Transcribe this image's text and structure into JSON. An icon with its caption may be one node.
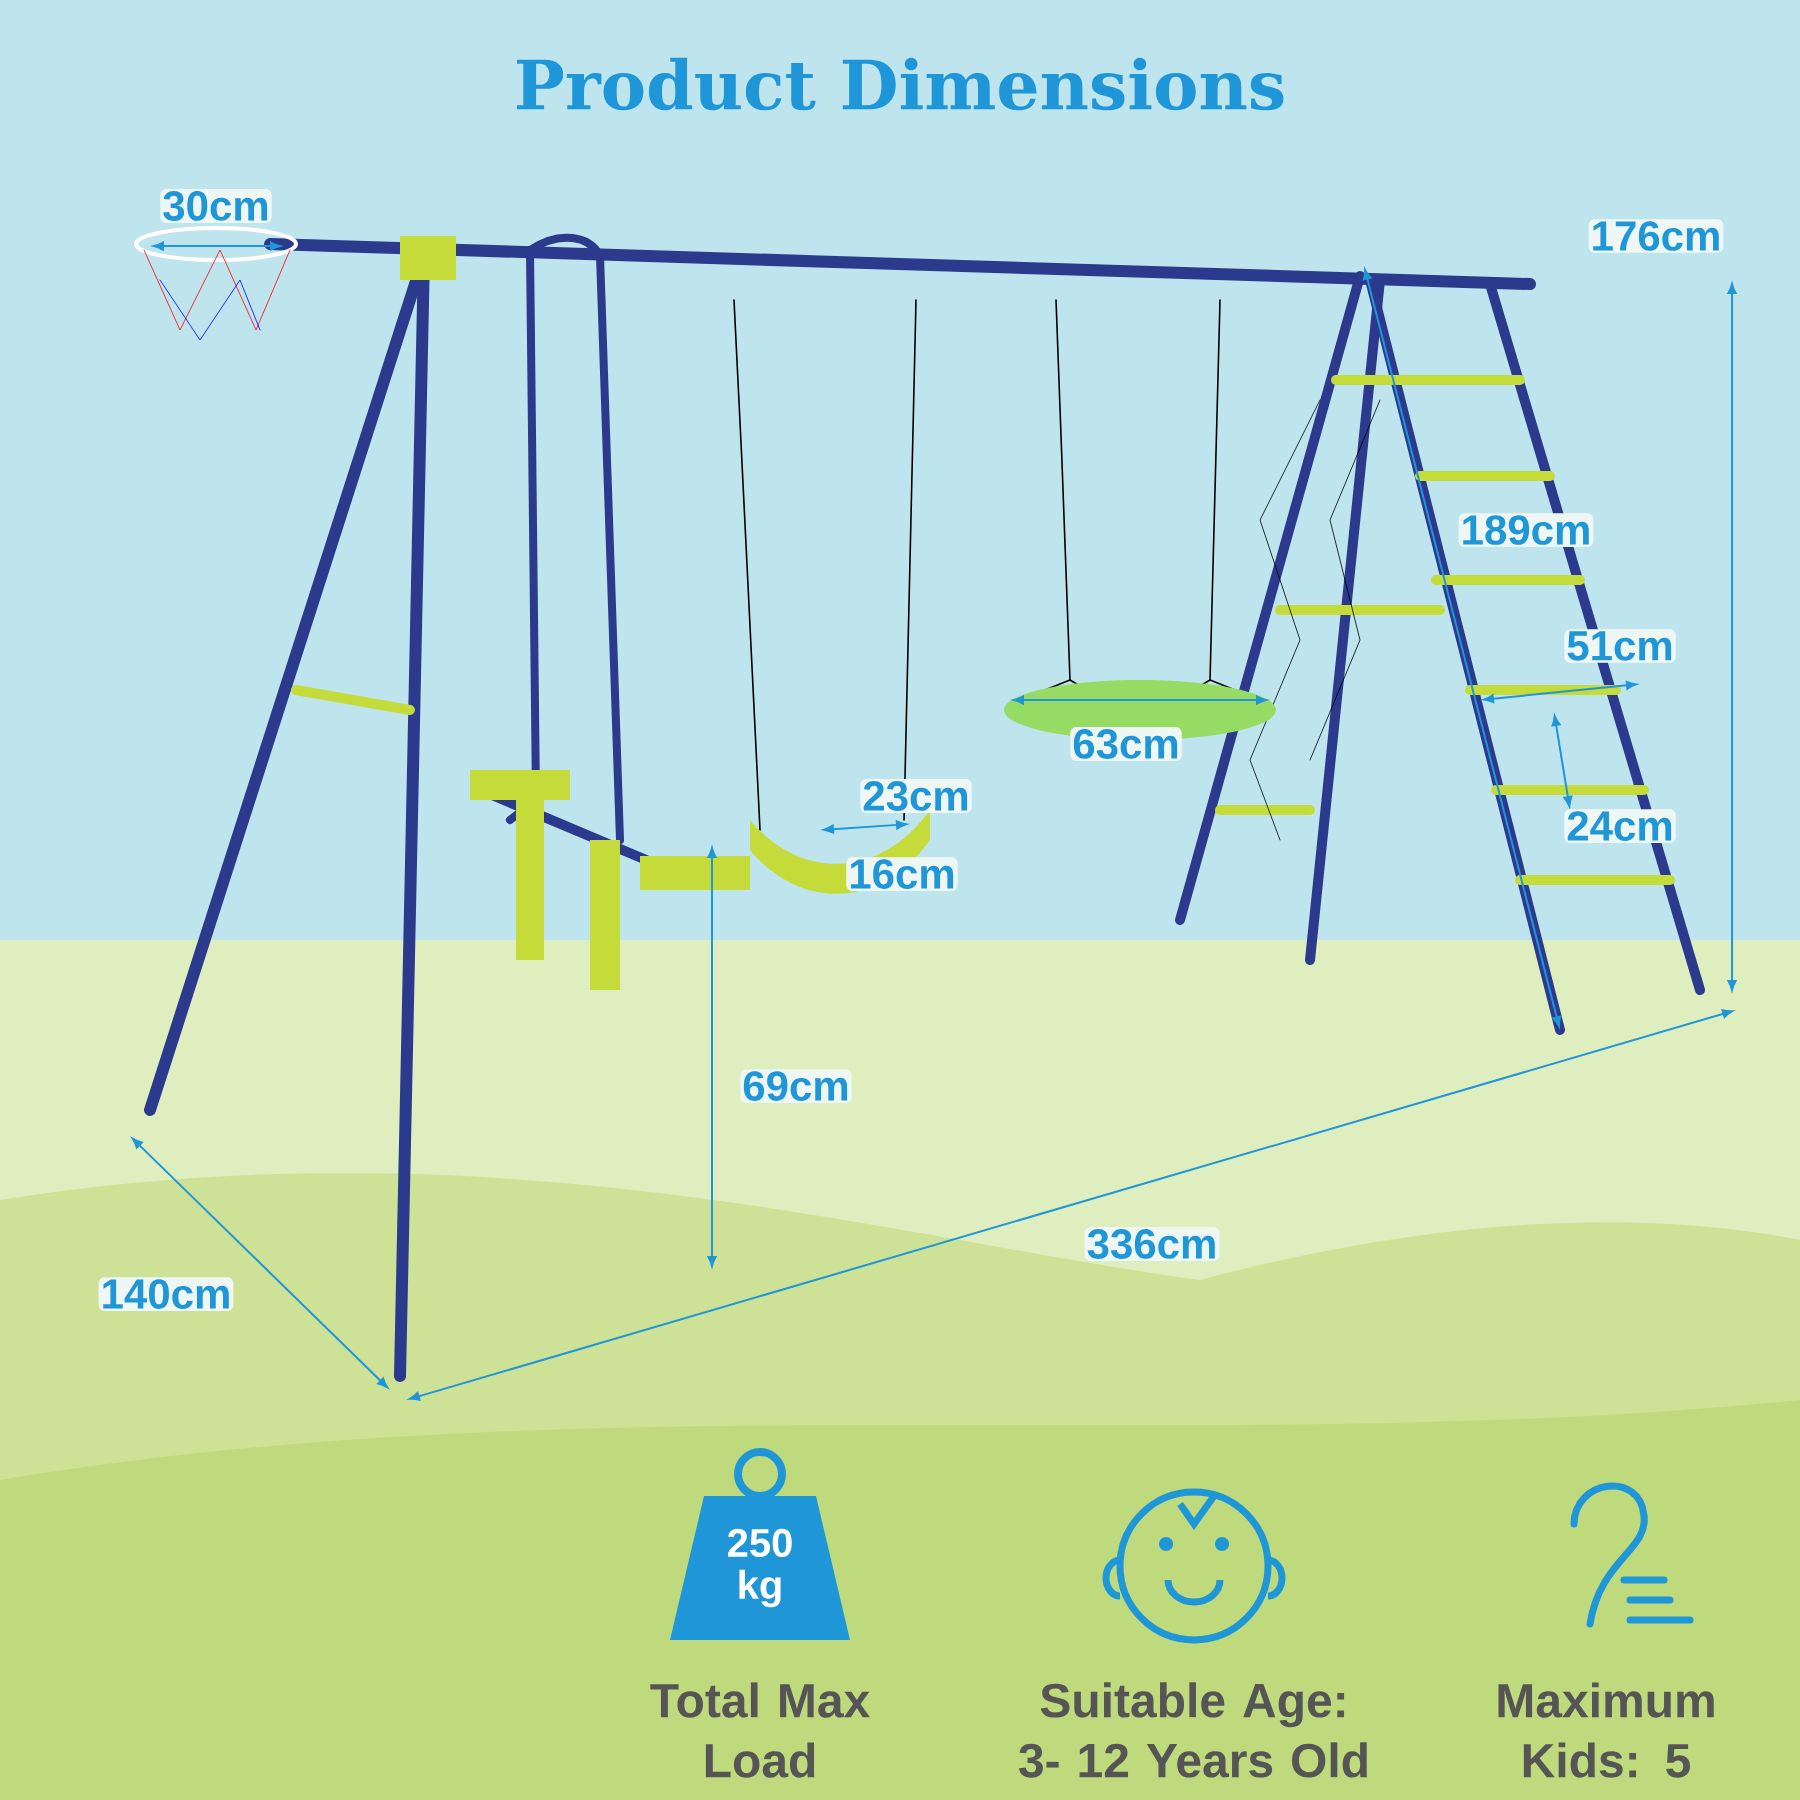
{
  "diagram": {
    "title": "Product Dimensions",
    "nodes": [
      {
        "text": [
          "250 kg"
        ],
        "beside": [
          "Total Max Load"
        ]
      }
    ],
    "labels": [
      "30cm",
      "176cm",
      "189cm",
      "51cm",
      "63cm",
      "23cm",
      "16cm",
      "24cm",
      "69cm",
      "140cm",
      "336cm",
      "Suitable Age: 3- 12 Years Old",
      "Maximum Kids: 5"
    ]
  }
}
